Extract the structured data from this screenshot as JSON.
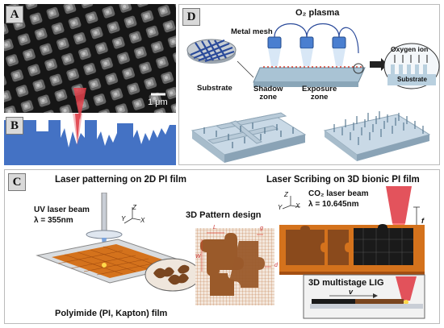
{
  "panels": {
    "a": {
      "label": "A",
      "scale_bar": "1 μm"
    },
    "b": {
      "label": "B"
    },
    "d": {
      "label": "D",
      "plasma": "O₂ plasma",
      "metal_mesh": "Metal mesh",
      "substrate_left": "Substrate",
      "shadow_zone_1": "Shadow",
      "shadow_zone_2": "zone",
      "exposure_zone_1": "Exposure",
      "exposure_zone_2": "zone",
      "oxygen_ion": "Oxygen ion",
      "substrate_right": "Substrate"
    },
    "c": {
      "label": "C",
      "title_left": "Laser patterning on 2D PI film",
      "uv_laser_1": "UV laser beam",
      "uv_laser_2": "λ = 355nm",
      "axis_z": "Z",
      "axis_y": "Y",
      "axis_x": "X",
      "pi_film": "Polyimide (PI, Kapton) film",
      "pattern_title": "3D Pattern design",
      "dim_l": "L",
      "dim_g": "g",
      "dim_w": "W",
      "dim_d": "d",
      "title_right": "Laser Scribing on 3D bionic PI film",
      "co2_laser_1": "CO₂ laser beam",
      "co2_laser_2": "λ = 10.645nm",
      "dim_f": "f",
      "lig_title": "3D multistage LIG",
      "dim_v": "v",
      "axis_z2": "Z",
      "axis_y2": "Y",
      "axis_x2": "X"
    }
  },
  "colors": {
    "panel_blue": "#4472c4",
    "orange": "#d4721c",
    "brown": "#9a5a2a",
    "laser_red": "#e0404a",
    "substrate_blue": "#bcd3e3"
  }
}
